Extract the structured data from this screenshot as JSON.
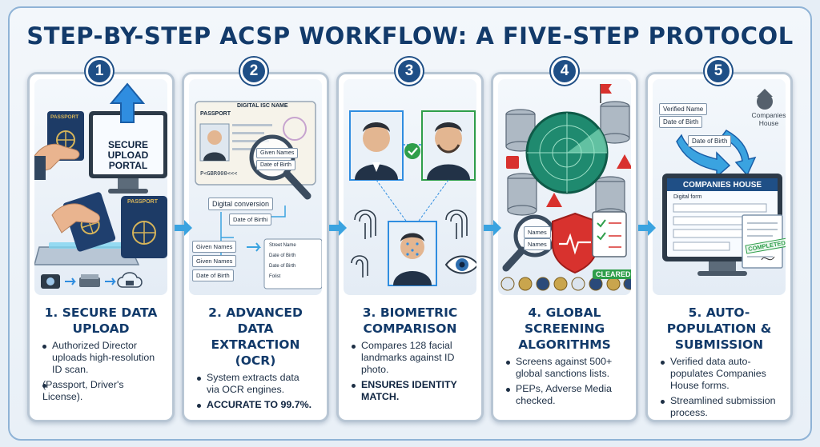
{
  "title": "STEP-BY-STEP ACSP WORKFLOW: A FIVE-STEP PROTOCOL",
  "steps": [
    {
      "number": "1",
      "heading": "1. SECURE DATA UPLOAD",
      "bullets": [
        "Authorized Director uploads high-resolution ID scan.",
        "(Passport, Driver's License)."
      ],
      "art": {
        "portal_label": "SECURE UPLOAD PORTAL",
        "passport_label": "PASSPORT"
      }
    },
    {
      "number": "2",
      "heading": "2. ADVANCED DATA EXTRACTION (OCR)",
      "bullets": [
        "System extracts data via OCR engines."
      ],
      "strong": "ACCURATE TO 99.7%.",
      "art": {
        "doc_title": "DIGITAL ISC NAME",
        "passport_label": "PASSPORT",
        "mag_fields": [
          "Given Names",
          "Date of Birth"
        ],
        "digital_conversion": "Digital conversion",
        "date_of_birth_label": "Date of Birthi",
        "form_fields": [
          "Given Names",
          "Given Names",
          "Date of Birth"
        ],
        "right_fields": [
          "Street Name",
          "Date of Birth",
          "Date of Birth",
          "Folist"
        ],
        "mrz": "P<GBR000<<<"
      }
    },
    {
      "number": "3",
      "heading": "3. BIOMETRIC COMPARISON",
      "bullets": [
        "Compares 128 facial landmarks against ID photo."
      ],
      "strong": "ENSURES IDENTITY MATCH.",
      "art": {}
    },
    {
      "number": "4",
      "heading": "4. GLOBAL SCREENING ALGORITHMS",
      "bullets": [
        "Screens against 500+ global sanctions lists.",
        "PEPs, Adverse Media checked."
      ],
      "art": {
        "mag_fields": [
          "Names",
          "Names"
        ],
        "cleared_label": "CLEARED"
      }
    },
    {
      "number": "5",
      "heading": "5. AUTO-POPULATION & SUBMISSION",
      "bullets": [
        "Verified data auto-populates Companies House forms.",
        "Streamlined submission process."
      ],
      "art": {
        "verified_fields": [
          "Verified Name",
          "Date of Birth",
          "Date of Birth"
        ],
        "ch_logo_label": "Companies House",
        "screen_header": "COMPANIES HOUSE",
        "form_label": "Digital form",
        "stamp": "COMPLETED"
      }
    }
  ],
  "colors": {
    "navy": "#123a6a",
    "accent": "#3aa3e0",
    "green": "#2f9e4a",
    "red": "#d8322e"
  }
}
